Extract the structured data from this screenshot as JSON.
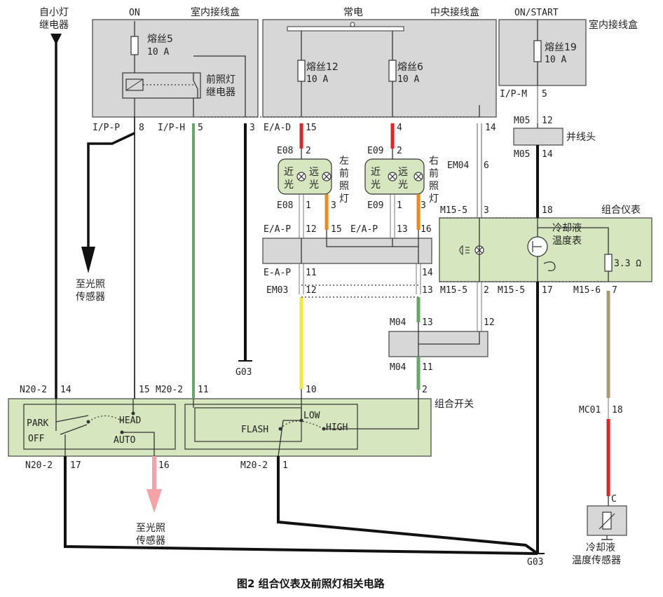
{
  "figure": {
    "caption": "图2  组合仪表及前照灯相关电路"
  },
  "boxes": {
    "interior_box_left": "室内接线盒",
    "central_box": "中央接线盒",
    "interior_box_right": "室内接线盒",
    "cluster": "组合仪表",
    "combo_switch": "组合开关",
    "splice": "并线头"
  },
  "power": {
    "on": "ON",
    "always_on": "常电",
    "on_start": "ON/START"
  },
  "fuses": {
    "f5_name": "熔丝5",
    "f5_rating": "10 A",
    "f12_name": "熔丝12",
    "f12_rating": "10 A",
    "f6_name": "熔丝6",
    "f6_rating": "10 A",
    "f19_name": "熔丝19",
    "f19_rating": "10 A"
  },
  "labels": {
    "from_small_lamp_relay_1": "自小灯",
    "from_small_lamp_relay_2": "继电器",
    "headlamp_relay_1": "前照灯",
    "headlamp_relay_2": "继电器",
    "to_light_sensor_1a": "至光照",
    "to_light_sensor_1b": "传感器",
    "to_light_sensor_2a": "至光照",
    "to_light_sensor_2b": "传感器",
    "left_headlamp": [
      "左",
      "前",
      "照",
      "灯"
    ],
    "right_headlamp": [
      "右",
      "前",
      "照",
      "灯"
    ],
    "low_beam": [
      "近",
      "光"
    ],
    "high_beam": [
      "远",
      "光"
    ],
    "coolant_gauge_1": "冷却液",
    "coolant_gauge_2": "温度表",
    "resistor": "3.3 Ω",
    "coolant_sensor_1": "冷却液",
    "coolant_sensor_2": "温度传感器",
    "sensor_pin": "C"
  },
  "switch": {
    "park": "PARK",
    "off": "OFF",
    "head": "HEAD",
    "auto": "AUTO",
    "flash": "FLASH",
    "low": "LOW",
    "high": "HIGH"
  },
  "connectors": {
    "ip_p": "I/P-P",
    "ip_p_pin": "8",
    "ip_h": "I/P-H",
    "ip_h_pin": "5",
    "pin3": "3",
    "ea_d": "E/A-D",
    "ea_d_pin": "15",
    "pin4": "4",
    "pin14a": "14",
    "ip_m": "I/P-M",
    "ip_m_pin": "5",
    "m05_top": "M05",
    "m05_top_pin": "12",
    "m05_bot": "M05",
    "m05_bot_pin": "14",
    "e08_top": "E08",
    "e08_top_pin": "2",
    "e09_top": "E09",
    "e09_top_pin": "2",
    "em04": "EM04",
    "em04_pin": "6",
    "e08_bot": "E08",
    "e08_pin1": "1",
    "e08_pin3": "3",
    "e09_bot": "E09",
    "e09_pin1": "1",
    "e09_pin3": "3",
    "ea_p_a": "E/A-P",
    "ea_p_a_pin12": "12",
    "ea_p_a_pin15": "15",
    "ea_p_b": "E/A-P",
    "ea_p_b_pin13": "13",
    "ea_p_b_pin16": "16",
    "m15_5_top": "M15-5",
    "m15_5_top_pin": "3",
    "pin18": "18",
    "ea_p_c": "E-A-P",
    "ea_p_c_pin": "11",
    "pin14b": "14",
    "em03": "EM03",
    "em03_pin": "12",
    "pin13": "13",
    "m15_5_a": "M15-5",
    "m15_5_a_pin": "2",
    "m15_5_b": "M15-5",
    "m15_5_b_pin": "17",
    "m15_6": "M15-6",
    "m15_6_pin": "7",
    "m04_top": "M04",
    "m04_top_pin": "13",
    "pin12": "12",
    "m04_bot": "M04",
    "m04_bot_pin": "11",
    "g03_a": "G03",
    "n20_2_a": "N20-2",
    "n20_2_a_pin": "14",
    "pin15": "15",
    "m20_2_a": "M20-2",
    "m20_2_a_pin": "11",
    "pin10": "10",
    "pin2": "2",
    "mc01": "MC01",
    "mc01_pin": "18",
    "n20_2_b": "N20-2",
    "n20_2_b_pin": "17",
    "pin16": "16",
    "m20_2_b": "M20-2",
    "m20_2_b_pin": "1",
    "g03_b": "G03"
  },
  "colors": {
    "red": "#d8262b",
    "green": "#6aa66a",
    "yellow": "#f2ea3a",
    "orange": "#ee8a1c",
    "tan": "#a8987a",
    "pink": "#f4a3a6",
    "black": "#111111",
    "gray_box": "#d7d7d7",
    "green_box": "#d6e6bf"
  }
}
